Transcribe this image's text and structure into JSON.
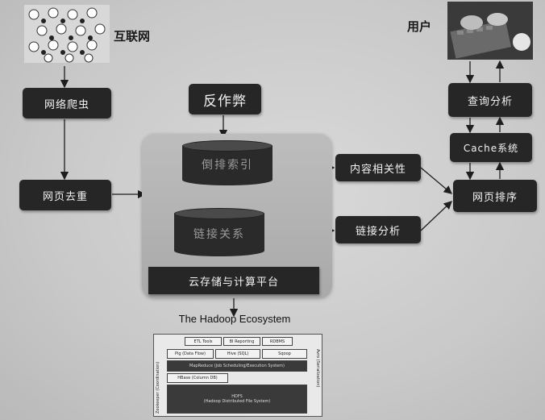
{
  "nodes": {
    "internet": "互联网",
    "user": "用户",
    "crawler": "网络爬虫",
    "anti_spam": "反作弊",
    "dedup": "网页去重",
    "index_db": "倒排索引",
    "link_db": "链接关系",
    "cloud_platform": "云存储与计算平台",
    "content_relevance": "内容相关性",
    "link_analysis": "链接分析",
    "query_analysis": "查询分析",
    "cache": "Cache系统",
    "page_rank": "网页排序"
  },
  "hadoop": {
    "title": "The Hadoop Ecosystem",
    "etl": "ETL Tools",
    "bi": "BI Reporting",
    "rdbms": "RDBMS",
    "pig": "Pig (Data Flow)",
    "hive": "Hive (SQL)",
    "sqoop": "Sqoop",
    "mapreduce": "MapReduce (Job Scheduling/Execution System)",
    "hbase": "HBase (Column DB)",
    "hdfs": "HDFS",
    "hdfs_sub": "(Hadoop Distributed File System)",
    "zookeeper": "Zookeeper (Coordination)",
    "avro": "Avro (Serialization)"
  },
  "colors": {
    "box": "#262626",
    "box_text": "#f2f2f2",
    "panel": "#b3b3b3",
    "arrow": "#1e1e1e"
  }
}
